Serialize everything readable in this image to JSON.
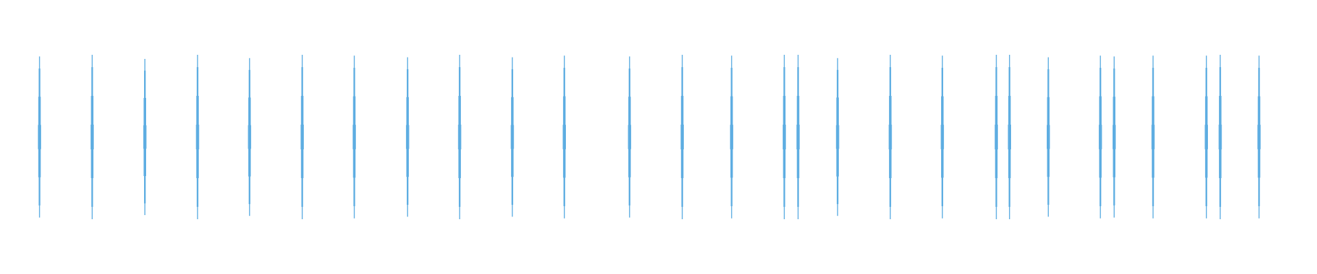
{
  "chart_data": {
    "type": "waveform",
    "title": "",
    "xlabel": "",
    "ylabel": "",
    "axes_visible": false,
    "grid": false,
    "color": "#5dade2",
    "ylim": [
      -1,
      1
    ],
    "xlim": [
      0,
      100
    ],
    "spikes": [
      {
        "t": 3.0,
        "amp": 0.98
      },
      {
        "t": 7.0,
        "amp": 1.0
      },
      {
        "t": 11.0,
        "amp": 0.95
      },
      {
        "t": 15.0,
        "amp": 1.0
      },
      {
        "t": 18.95,
        "amp": 0.96
      },
      {
        "t": 22.95,
        "amp": 1.0
      },
      {
        "t": 26.9,
        "amp": 0.99
      },
      {
        "t": 30.95,
        "amp": 0.97
      },
      {
        "t": 34.9,
        "amp": 1.0
      },
      {
        "t": 38.9,
        "amp": 0.97
      },
      {
        "t": 42.85,
        "amp": 0.99
      },
      {
        "t": 47.8,
        "amp": 0.98
      },
      {
        "t": 51.8,
        "amp": 1.0
      },
      {
        "t": 55.55,
        "amp": 0.99
      },
      {
        "t": 59.55,
        "amp": 1.0
      },
      {
        "t": 60.6,
        "amp": 1.0
      },
      {
        "t": 63.6,
        "amp": 0.96
      },
      {
        "t": 67.6,
        "amp": 1.0
      },
      {
        "t": 71.55,
        "amp": 0.99
      },
      {
        "t": 75.65,
        "amp": 1.0
      },
      {
        "t": 76.65,
        "amp": 1.0
      },
      {
        "t": 79.6,
        "amp": 0.97
      },
      {
        "t": 83.55,
        "amp": 0.99
      },
      {
        "t": 84.6,
        "amp": 0.98
      },
      {
        "t": 87.55,
        "amp": 0.99
      },
      {
        "t": 91.6,
        "amp": 0.99
      },
      {
        "t": 92.65,
        "amp": 1.0
      },
      {
        "t": 95.6,
        "amp": 0.99
      }
    ]
  }
}
